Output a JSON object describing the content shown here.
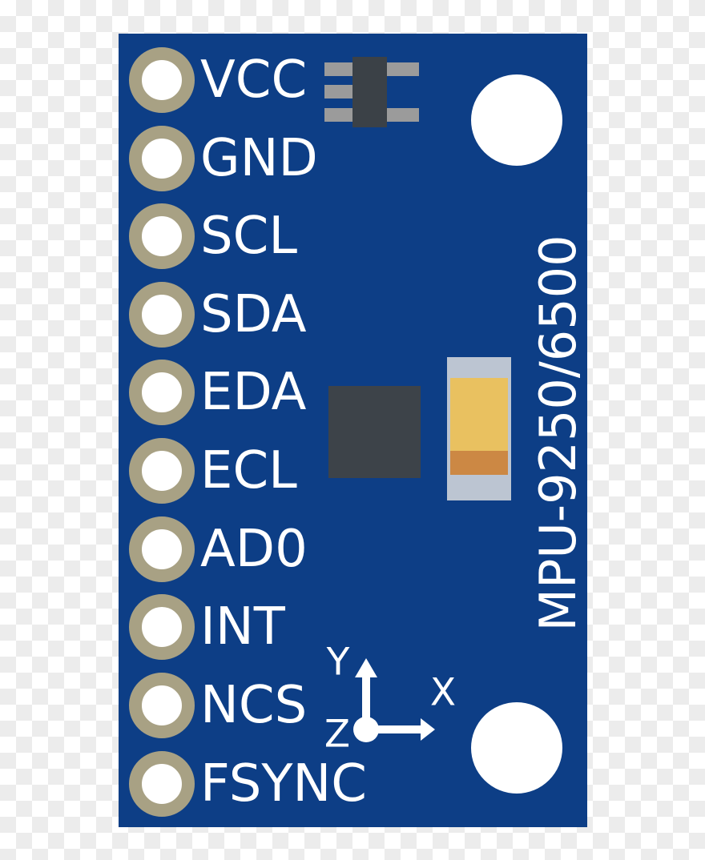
{
  "board": {
    "title_vertical": "MPU-9250/6500",
    "pins": [
      "VCC",
      "GND",
      "SCL",
      "SDA",
      "EDA",
      "ECL",
      "AD0",
      "INT",
      "NCS",
      "FSYNC"
    ],
    "axes": {
      "x": "X",
      "y": "Y",
      "z": "Z"
    }
  },
  "colors": {
    "checker-light": "#ffffff",
    "checker-dark": "#ececec",
    "board": "#0d3e86",
    "silk": "#ffffff",
    "ring": "#a8a184",
    "hole": "#ffffff",
    "chip-body": "#3b4147",
    "chip-pin": "#9b9b9b",
    "sensor": "#3d4349",
    "cap-body": "#bcc5d2",
    "cap-yellow": "#e9c160",
    "cap-orange": "#cc8844"
  }
}
